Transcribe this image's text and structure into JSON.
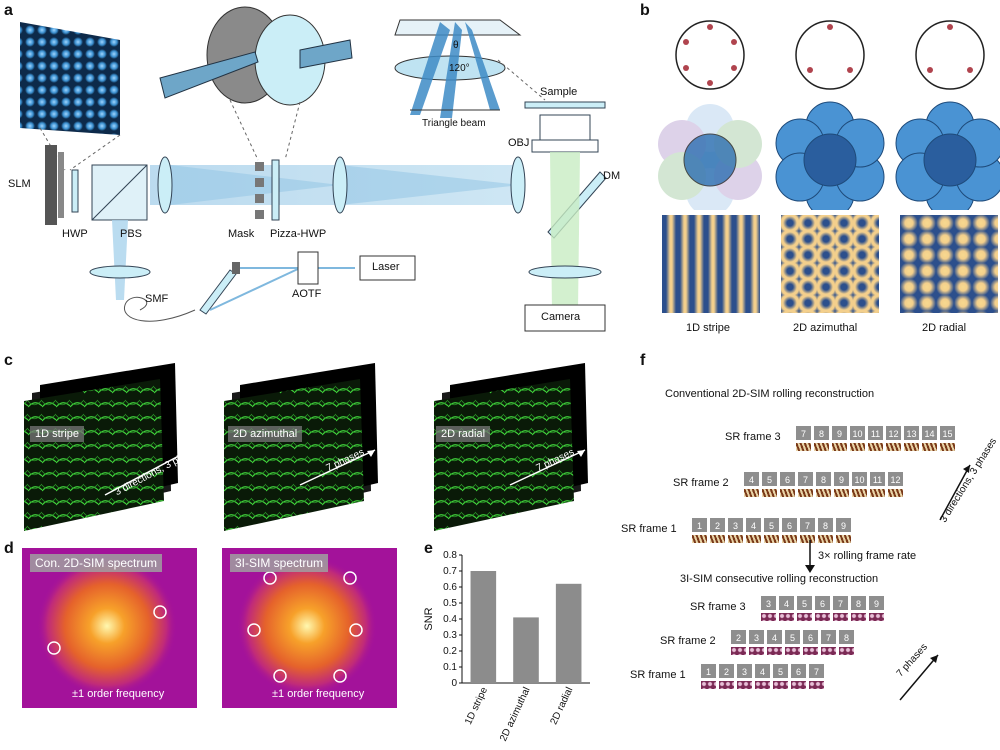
{
  "panel_labels": {
    "a": "a",
    "b": "b",
    "c": "c",
    "d": "d",
    "e": "e",
    "f": "f"
  },
  "panel_a": {
    "slm": "SLM",
    "hwp": "HWP",
    "pbs": "PBS",
    "mask": "Mask",
    "pizza_hwp": "Pizza-HWP",
    "smf": "SMF",
    "aotf": "AOTF",
    "laser": "Laser",
    "camera": "Camera",
    "sample": "Sample",
    "obj": "OBJ",
    "dm": "DM",
    "triangle_beam": "Triangle beam",
    "angle_theta": "θ",
    "angle_120": "120°"
  },
  "panel_b": {
    "labels": [
      "1D stripe",
      "2D azimuthal",
      "2D radial"
    ]
  },
  "panel_c": {
    "tags": [
      "1D stripe",
      "2D azimuthal",
      "2D radial"
    ],
    "arrows": [
      "3 directions, 3 phases",
      "7 phases",
      "7 phases"
    ]
  },
  "panel_d": {
    "titles": [
      "Con. 2D-SIM spectrum",
      "3I-SIM spectrum"
    ],
    "footer": "±1 order frequency"
  },
  "chart_data": {
    "type": "bar",
    "categories": [
      "1D stripe",
      "2D azimuthal",
      "2D radial"
    ],
    "values": [
      0.7,
      0.41,
      0.62
    ],
    "ylabel": "SNR",
    "ylim": [
      0,
      0.8
    ],
    "yticks": [
      "0",
      "0.1",
      "0.2",
      "0.3",
      "0.4",
      "0.5",
      "0.6",
      "0.7",
      "0.8"
    ],
    "bar_color": "#8c8c8c"
  },
  "panel_f": {
    "conv_title": "Conventional 2D-SIM rolling reconstruction",
    "conv_rows": [
      {
        "label": "SR frame 3",
        "cells": [
          "7",
          "8",
          "9",
          "10",
          "11",
          "12",
          "13",
          "14",
          "15"
        ]
      },
      {
        "label": "SR frame 2",
        "cells": [
          "4",
          "5",
          "6",
          "7",
          "8",
          "9",
          "10",
          "11",
          "12"
        ]
      },
      {
        "label": "SR frame 1",
        "cells": [
          "1",
          "2",
          "3",
          "4",
          "5",
          "6",
          "7",
          "8",
          "9"
        ]
      }
    ],
    "conv_arrow": "3 directions, 3 phases",
    "rate_text": "3× rolling frame rate",
    "isim_title": "3I-SIM consecutive rolling reconstruction",
    "isim_rows": [
      {
        "label": "SR frame 3",
        "cells": [
          "3",
          "4",
          "5",
          "6",
          "7",
          "8",
          "9"
        ]
      },
      {
        "label": "SR frame 2",
        "cells": [
          "2",
          "3",
          "4",
          "5",
          "6",
          "7",
          "8"
        ]
      },
      {
        "label": "SR frame 1",
        "cells": [
          "1",
          "2",
          "3",
          "4",
          "5",
          "6",
          "7"
        ]
      }
    ],
    "isim_arrow": "7 phases"
  }
}
